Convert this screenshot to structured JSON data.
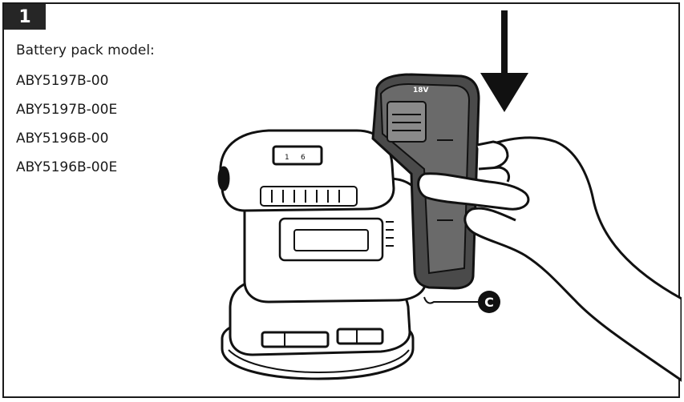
{
  "step": {
    "number": "1"
  },
  "info": {
    "heading": "Battery pack model:",
    "models": [
      "ABY5197B-00",
      "ABY5197B-00E",
      "ABY5196B-00",
      "ABY5196B-00E"
    ]
  },
  "illustration": {
    "callout_label": "C",
    "speed_dial": [
      "1",
      "6"
    ],
    "battery_badge": "18V",
    "icons": [
      "down-arrow-icon",
      "random-orbit-sander",
      "battery-pack",
      "hand"
    ]
  }
}
